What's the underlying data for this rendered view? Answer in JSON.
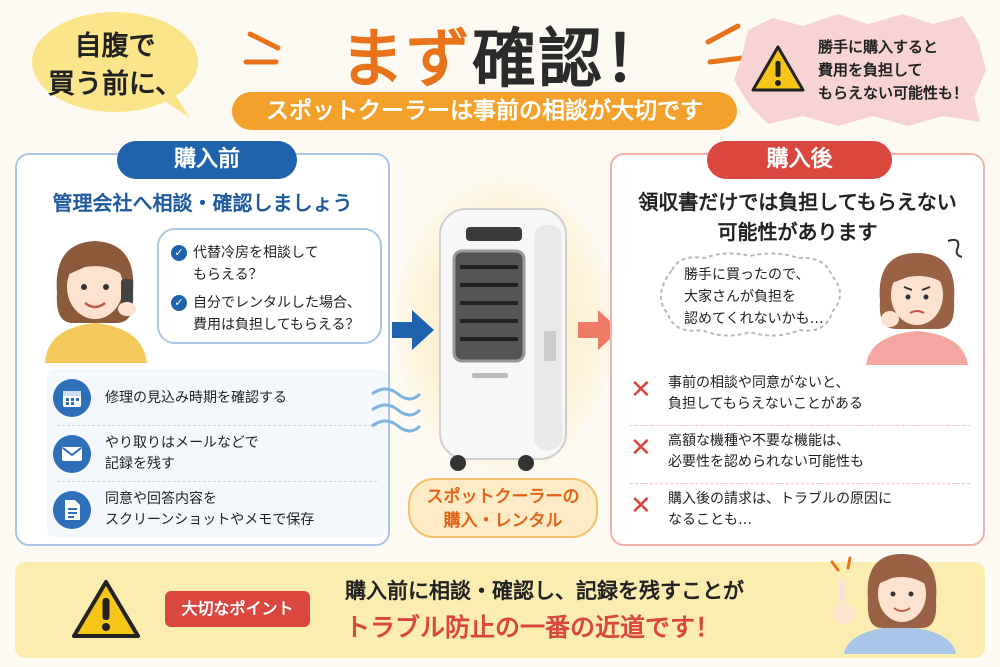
{
  "top": {
    "bubble_line1": "自腹で",
    "bubble_line2": "買う前に、",
    "title_accent": "まず",
    "title_main": "確認",
    "title_mark": "！",
    "subtitle": "スポットクーラーは事前の相談が大切です",
    "warning_line1": "勝手に購入すると",
    "warning_line2": "費用を負担して",
    "warning_line3": "もらえない可能性も！"
  },
  "before": {
    "header": "購入前",
    "title": "管理会社へ相談・確認しましょう",
    "speech": [
      {
        "line1": "代替冷房を相談して",
        "line2": "もらえる？"
      },
      {
        "line1": "自分でレンタルした場合、",
        "line2": "費用は負担してもらえる？"
      }
    ],
    "items": [
      {
        "icon": "calendar-icon",
        "line1": "修理の見込み時期を確認する",
        "line2": ""
      },
      {
        "icon": "mail-icon",
        "line1": "やり取りはメールなどで",
        "line2": "記録を残す"
      },
      {
        "icon": "document-icon",
        "line1": "同意や回答内容を",
        "line2": "スクリーンショットやメモで保存"
      }
    ]
  },
  "center": {
    "caption_line1": "スポットクーラーの",
    "caption_line2": "購入・レンタル"
  },
  "after": {
    "header": "購入後",
    "title_line1": "領収書だけでは負担してもらえない",
    "title_line2": "可能性があります",
    "speech_line1": "勝手に買ったので、",
    "speech_line2": "大家さんが負担を",
    "speech_line3": "認めてくれないかも…",
    "items": [
      {
        "line1": "事前の相談や同意がないと、",
        "line2": "負担してもらえないことがある"
      },
      {
        "line1": "高額な機種や不要な機能は、",
        "line2": "必要性を認められない可能性も"
      },
      {
        "line1": "購入後の請求は、トラブルの原因に",
        "line2": "なることも…"
      }
    ]
  },
  "bottom": {
    "badge": "大切なポイント",
    "message_line1": "購入前に相談・確認し、記録を残すことが",
    "message_line2": "トラブル防止の一番の近道です！"
  },
  "colors": {
    "orange": "#e8731b",
    "blue": "#1f63ad",
    "red": "#d9473f",
    "yellow": "#fbedb0"
  }
}
